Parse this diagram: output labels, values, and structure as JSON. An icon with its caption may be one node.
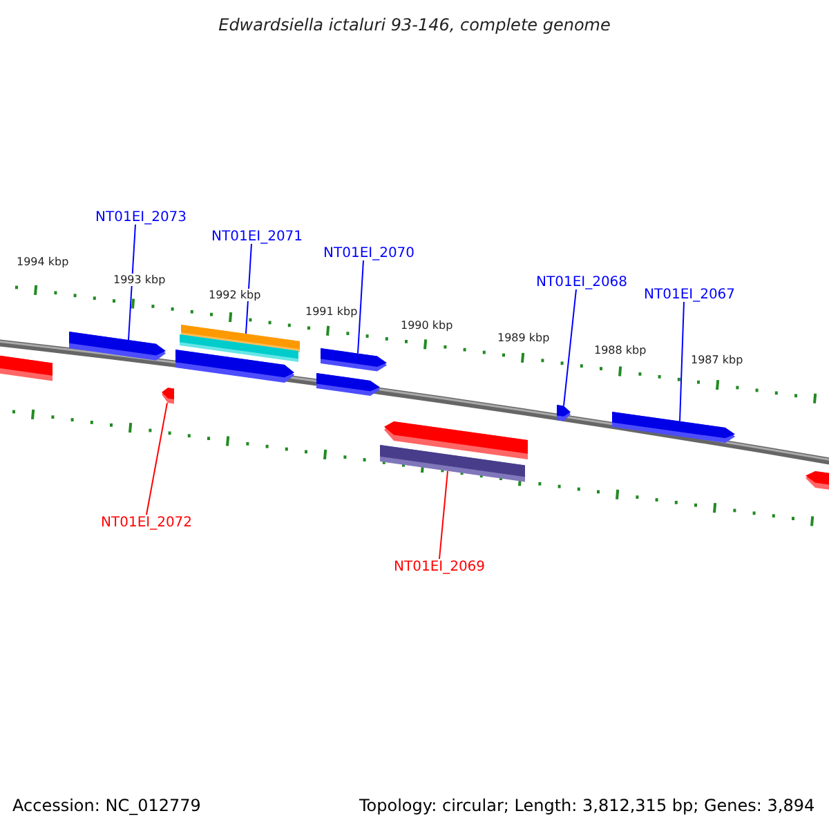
{
  "diagram": {
    "title": "Edwardsiella ictaluri 93-146, complete genome",
    "nodes": [
      {
        "text": [
          "NT01EI_2073"
        ]
      },
      {
        "text": [],
        "shape": "bar"
      },
      {
        "text": [
          "NT01EI_2071"
        ]
      },
      {
        "text": [],
        "shape": "bar"
      },
      {
        "text": [
          "NT01EI_2070"
        ]
      },
      {
        "text": [],
        "shape": "bar"
      },
      {
        "text": [
          "NT01EI_2068"
        ]
      },
      {
        "text": [],
        "shape": "bar"
      },
      {
        "text": [
          "NT01EI_2067"
        ]
      },
      {
        "text": [],
        "shape": "bar"
      },
      {
        "text": [
          "NT01EI_2072"
        ]
      },
      {
        "text": [],
        "shape": "bar"
      },
      {
        "text": [
          "NT01EI_2069"
        ]
      },
      {
        "text": [],
        "shape": "bar"
      },
      {
        "text": [],
        "shape": "bar"
      },
      {
        "text": [],
        "shape": "bar"
      },
      {
        "text": [],
        "shape": "bar"
      },
      {
        "text": [],
        "shape": "bar"
      },
      {
        "text": [],
        "shape": "bar"
      },
      {
        "text": [],
        "shape": "bar"
      }
    ],
    "edges": [
      {
        "from": 0,
        "to": 1,
        "arrow": "none"
      },
      {
        "from": 2,
        "to": 3,
        "arrow": "none"
      },
      {
        "from": 4,
        "to": 5,
        "arrow": "none"
      },
      {
        "from": 6,
        "to": 7,
        "arrow": "none"
      },
      {
        "from": 8,
        "to": 9,
        "arrow": "none"
      },
      {
        "from": 10,
        "to": 11,
        "arrow": "none",
        "color": "#ff0000"
      },
      {
        "from": 12,
        "to": 13,
        "arrow": "none",
        "color": "#ff0000"
      }
    ],
    "labels": [
      "1994 kbp",
      "1993 kbp",
      "1992 kbp",
      "1991 kbp",
      "1990 kbp",
      "1989 kbp",
      "1988 kbp",
      "1987 kbp",
      "Accession: NC_012779",
      "Topology: circular; Length: 3,812,315 bp; Genes: 3,894"
    ]
  }
}
